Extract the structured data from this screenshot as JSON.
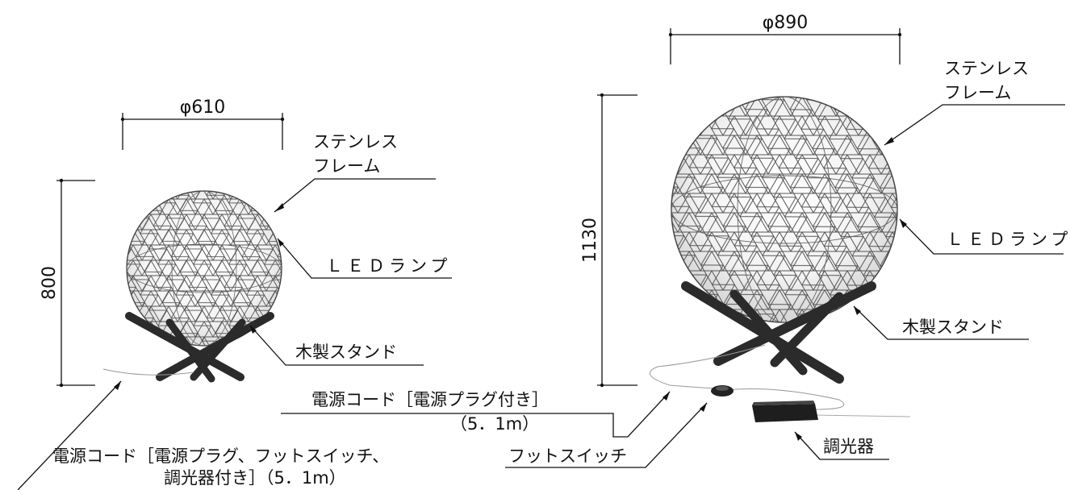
{
  "small_lamp": {
    "width_dim": "φ610",
    "height_dim": "800",
    "label_frame_1": "ステンレス",
    "label_frame_2": "フレーム",
    "label_led": "ＬＥＤランプ",
    "label_stand": "木製スタンド",
    "cord_line_1": "電源コード［電源プラグ、フットスイッチ、",
    "cord_line_2": "調光器付き］（5．1m）"
  },
  "large_lamp": {
    "width_dim": "φ890",
    "height_dim": "1130",
    "label_frame_1": "ステンレス",
    "label_frame_2": "フレーム",
    "label_led": "ＬＥＤランプ",
    "label_stand": "木製スタンド",
    "cord_line_1": "電源コード［電源プラグ付き］",
    "cord_line_2": "（5．1m）",
    "label_footswitch": "フットスイッチ",
    "label_dimmer": "調光器"
  },
  "colors": {
    "line": "#111111",
    "stand": "#2b2b2b",
    "frame": "#555555"
  }
}
